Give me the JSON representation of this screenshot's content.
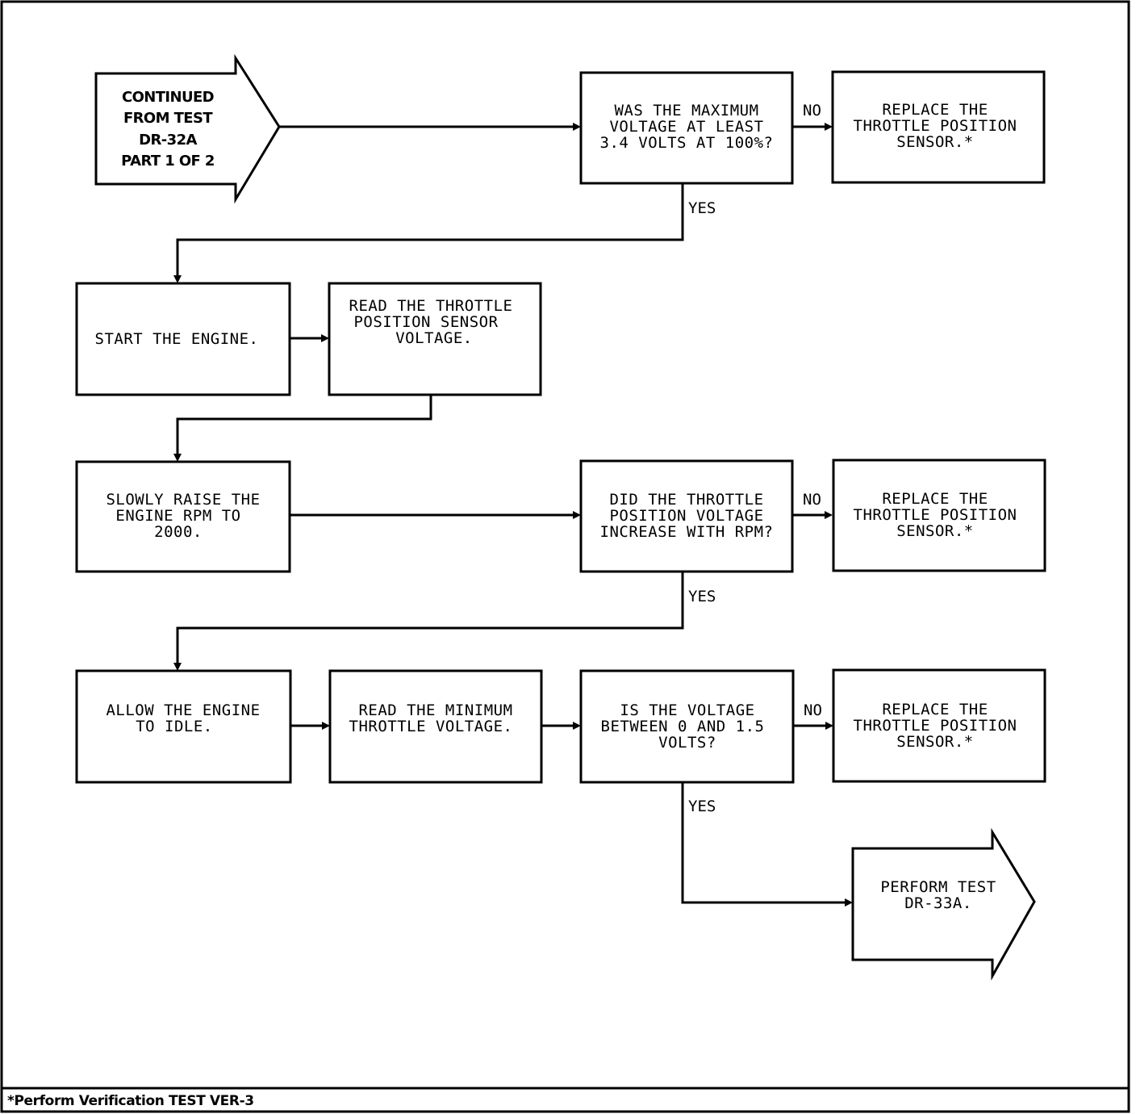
{
  "diagram": {
    "start": {
      "type": "connector-in",
      "lines": [
        "CONTINUED",
        "FROM TEST",
        "DR-32A",
        "PART 1 OF 2"
      ]
    },
    "nodes": [
      {
        "id": "q1",
        "type": "decision",
        "lines": [
          "WAS THE MAXIMUM",
          "VOLTAGE AT LEAST",
          "3.4 VOLTS AT 100%?"
        ]
      },
      {
        "id": "r1",
        "type": "action",
        "lines": [
          "REPLACE THE",
          "THROTTLE POSITION",
          "SENSOR.*"
        ]
      },
      {
        "id": "s1",
        "type": "action",
        "lines": [
          "START THE ENGINE."
        ]
      },
      {
        "id": "s2",
        "type": "action",
        "lines": [
          "READ THE THROTTLE",
          "POSITION SENSOR",
          "VOLTAGE."
        ]
      },
      {
        "id": "s3",
        "type": "action",
        "lines": [
          "SLOWLY RAISE THE",
          "ENGINE RPM TO",
          "2000."
        ]
      },
      {
        "id": "q2",
        "type": "decision",
        "lines": [
          "DID THE THROTTLE",
          "POSITION VOLTAGE",
          "INCREASE WITH RPM?"
        ]
      },
      {
        "id": "r2",
        "type": "action",
        "lines": [
          "REPLACE THE",
          "THROTTLE POSITION",
          "SENSOR.*"
        ]
      },
      {
        "id": "s4",
        "type": "action",
        "lines": [
          "ALLOW THE ENGINE",
          "TO IDLE."
        ]
      },
      {
        "id": "s5",
        "type": "action",
        "lines": [
          "READ THE MINIMUM",
          "THROTTLE VOLTAGE."
        ]
      },
      {
        "id": "q3",
        "type": "decision",
        "lines": [
          "IS THE VOLTAGE",
          "BETWEEN 0 AND 1.5",
          "VOLTS?"
        ]
      },
      {
        "id": "r3",
        "type": "action",
        "lines": [
          "REPLACE THE",
          "THROTTLE POSITION",
          "SENSOR.*"
        ]
      }
    ],
    "end": {
      "type": "connector-out",
      "lines": [
        "PERFORM TEST",
        "DR-33A."
      ]
    },
    "edge_labels": {
      "q1_no": "NO",
      "q1_yes": "YES",
      "q2_no": "NO",
      "q2_yes": "YES",
      "q3_no": "NO",
      "q3_yes": "YES"
    },
    "edges": [
      {
        "from": "start",
        "to": "q1"
      },
      {
        "from": "q1",
        "to": "r1",
        "label": "NO"
      },
      {
        "from": "q1",
        "to": "s1",
        "label": "YES"
      },
      {
        "from": "s1",
        "to": "s2"
      },
      {
        "from": "s2",
        "to": "s3"
      },
      {
        "from": "s3",
        "to": "q2"
      },
      {
        "from": "q2",
        "to": "r2",
        "label": "NO"
      },
      {
        "from": "q2",
        "to": "s4",
        "label": "YES"
      },
      {
        "from": "s4",
        "to": "s5"
      },
      {
        "from": "s5",
        "to": "q3"
      },
      {
        "from": "q3",
        "to": "r3",
        "label": "NO"
      },
      {
        "from": "q3",
        "to": "end",
        "label": "YES"
      }
    ]
  },
  "footnote": "*Perform Verification TEST VER-3"
}
